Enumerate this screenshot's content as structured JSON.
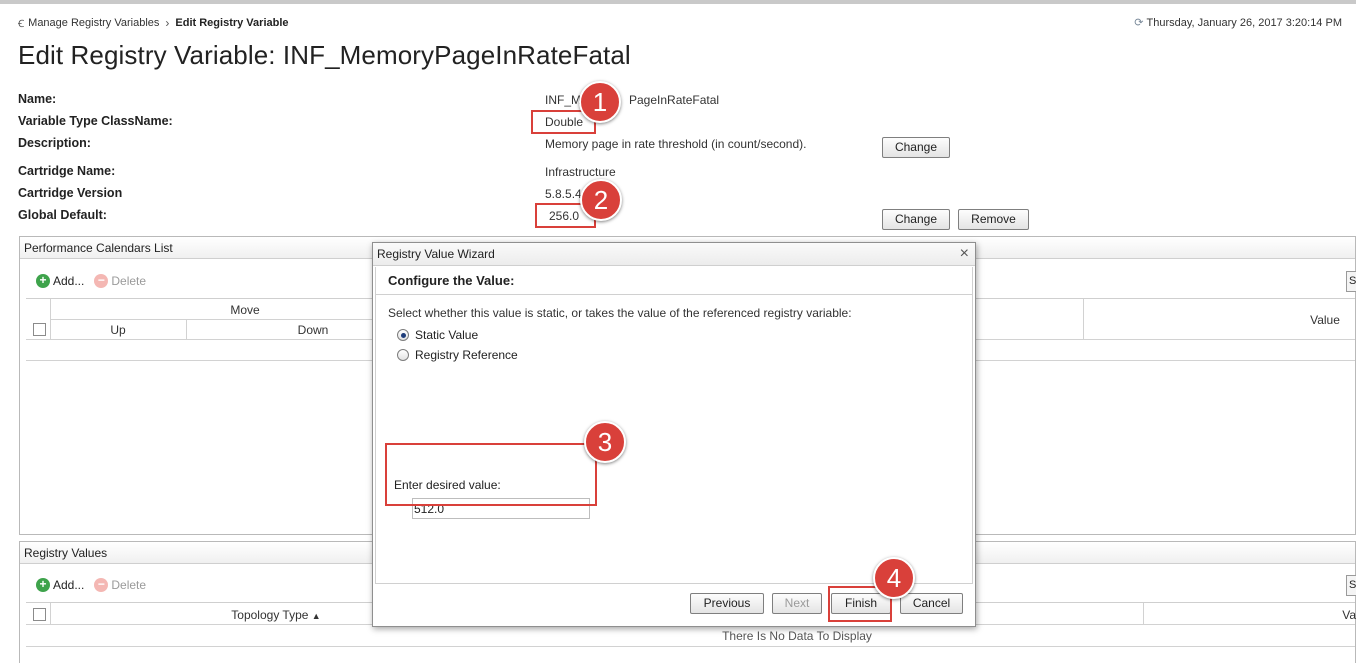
{
  "breadcrumb": {
    "parent": "Manage Registry Variables",
    "current": "Edit Registry Variable"
  },
  "datetime": "Thursday, January 26, 2017 3:20:14 PM",
  "page_title": "Edit Registry Variable: INF_MemoryPageInRateFatal",
  "properties": {
    "name_label": "Name:",
    "name_value_left": "INF_M",
    "name_value_right": "PageInRateFatal",
    "type_label": "Variable Type ClassName:",
    "type_value": "Double",
    "desc_label": "Description:",
    "desc_value": "Memory page in rate threshold (in count/second).",
    "cart_name_label": "Cartridge Name:",
    "cart_name_value": "Infrastructure",
    "cart_ver_label": "Cartridge Version",
    "cart_ver_value": "5.8.5.4",
    "default_label": "Global Default:",
    "default_value": "256.0"
  },
  "buttons": {
    "change": "Change",
    "remove": "Remove"
  },
  "callouts": [
    "1",
    "2",
    "3",
    "4"
  ],
  "calendars_panel": {
    "title": "Performance Calendars List",
    "add": "Add...",
    "delete": "Delete",
    "move_header": "Move",
    "up_header": "Up",
    "down_header": "Down",
    "value_header": "Value"
  },
  "registry_panel": {
    "title": "Registry Values",
    "add": "Add...",
    "delete": "Delete",
    "topology_header": "Topology Type",
    "value_header": "Va",
    "no_data": "There Is No Data To Display"
  },
  "wizard": {
    "title": "Registry Value Wizard",
    "step_title": "Configure the Value:",
    "instruction": "Select whether this value is static, or takes the value of the referenced registry variable:",
    "radio_static": "Static Value",
    "radio_reference": "Registry Reference",
    "field_label": "Enter desired value:",
    "field_value": "512.0",
    "btn_previous": "Previous",
    "btn_next": "Next",
    "btn_finish": "Finish",
    "btn_cancel": "Cancel"
  }
}
